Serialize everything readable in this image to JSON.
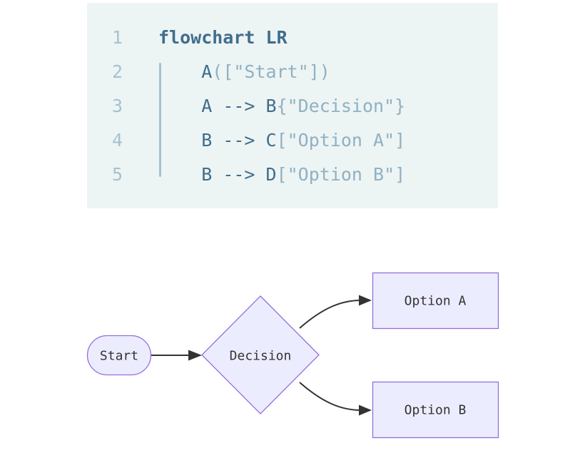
{
  "code_panel": {
    "colors": {
      "background": "#edf4f4",
      "primary_token": "#3f6e8c",
      "secondary_token": "#90b1c2",
      "line_number": "#a6c2ce",
      "indent_guide": "#a4c3ce"
    },
    "lines": [
      {
        "num": "1",
        "indent": "",
        "main": "flowchart LR",
        "rest": ""
      },
      {
        "num": "2",
        "indent": "    ",
        "main": "A",
        "rest": "([\"Start\"])"
      },
      {
        "num": "3",
        "indent": "    ",
        "main": "A --> B",
        "rest": "{\"Decision\"}"
      },
      {
        "num": "4",
        "indent": "    ",
        "main": "B --> C",
        "rest": "[\"Option A\"]"
      },
      {
        "num": "5",
        "indent": "    ",
        "main": "B --> D",
        "rest": "[\"Option B\"]"
      }
    ]
  },
  "diagram": {
    "colors": {
      "node_fill": "#ECECFF",
      "node_border": "#9370DB",
      "edge": "#333333",
      "label_text": "#333333"
    },
    "nodes": [
      {
        "id": "A",
        "shape": "stadium",
        "label": "Start"
      },
      {
        "id": "B",
        "shape": "diamond",
        "label": "Decision"
      },
      {
        "id": "C",
        "shape": "rectangle",
        "label": "Option A"
      },
      {
        "id": "D",
        "shape": "rectangle",
        "label": "Option B"
      }
    ],
    "edges": [
      {
        "from": "A",
        "to": "B"
      },
      {
        "from": "B",
        "to": "C"
      },
      {
        "from": "B",
        "to": "D"
      }
    ]
  }
}
